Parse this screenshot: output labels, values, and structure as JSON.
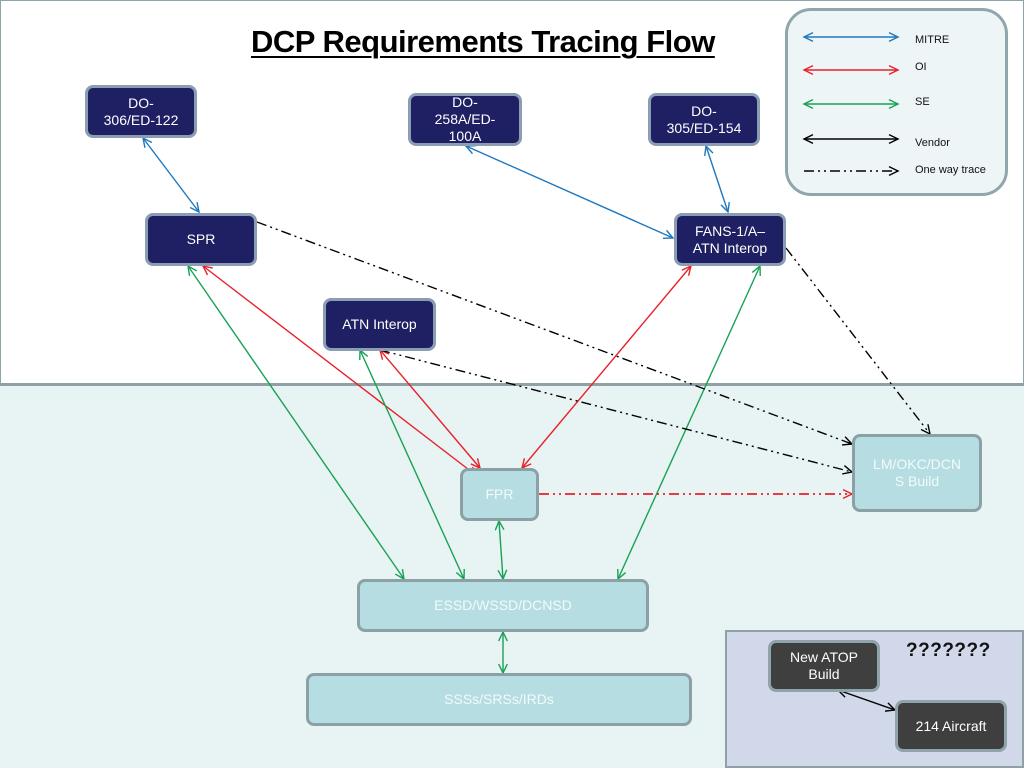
{
  "title": "DCP Requirements Tracing Flow",
  "colors": {
    "mitre": "#1f78bf",
    "oi": "#e8212b",
    "se": "#17a255",
    "vendor": "#000000",
    "one_way": "#000000",
    "dark_node": "#1f1f63",
    "light_node": "#b5dde2",
    "gray_node": "#3f3f3f",
    "lower_band": "#e8f3f3",
    "unknown_zone": "#d0d8ea"
  },
  "legend": {
    "items": [
      {
        "key": "mitre",
        "label": "MITRE",
        "style": "double-arrow"
      },
      {
        "key": "oi",
        "label": "OI",
        "style": "double-arrow"
      },
      {
        "key": "se",
        "label": "SE",
        "style": "double-arrow"
      },
      {
        "key": "vendor",
        "label": "Vendor",
        "style": "double-arrow"
      },
      {
        "key": "one_way",
        "label": "One way trace",
        "style": "dash-dot-arrow"
      }
    ]
  },
  "nodes": {
    "do306": {
      "label": "DO-\n306/ED-122",
      "kind": "dark"
    },
    "do258": {
      "label": "DO-\n258A/ED-\n100A",
      "kind": "dark"
    },
    "do305": {
      "label": "DO-\n305/ED-154",
      "kind": "dark"
    },
    "spr": {
      "label": "SPR",
      "kind": "dark"
    },
    "fans": {
      "label": "FANS-1/A–\nATN Interop",
      "kind": "dark"
    },
    "atn": {
      "label": "ATN Interop",
      "kind": "dark"
    },
    "fpr": {
      "label": "FPR",
      "kind": "light"
    },
    "lmokc": {
      "label": "LM/OKC/DCN\nS Build",
      "kind": "light"
    },
    "essd": {
      "label": "ESSD/WSSD/DCNSD",
      "kind": "light"
    },
    "sss": {
      "label": "SSSs/SRSs/IRDs",
      "kind": "light"
    },
    "atop": {
      "label": "New ATOP\nBuild",
      "kind": "gray"
    },
    "aircraft": {
      "label": "214 Aircraft",
      "kind": "gray"
    }
  },
  "unknown_zone": {
    "label": "???????"
  },
  "edges": [
    {
      "from": "do306",
      "to": "spr",
      "type": "mitre",
      "direction": "both"
    },
    {
      "from": "do258",
      "to": "fans",
      "type": "mitre",
      "direction": "both"
    },
    {
      "from": "do305",
      "to": "fans",
      "type": "mitre",
      "direction": "both"
    },
    {
      "from": "spr",
      "to": "fpr",
      "type": "oi",
      "direction": "both"
    },
    {
      "from": "atn",
      "to": "fpr",
      "type": "oi",
      "direction": "both"
    },
    {
      "from": "fans",
      "to": "fpr",
      "type": "oi",
      "direction": "both"
    },
    {
      "from": "spr",
      "to": "essd",
      "type": "se",
      "direction": "both"
    },
    {
      "from": "atn",
      "to": "essd",
      "type": "se",
      "direction": "both"
    },
    {
      "from": "fpr",
      "to": "essd",
      "type": "se",
      "direction": "both"
    },
    {
      "from": "fans",
      "to": "essd",
      "type": "se",
      "direction": "both"
    },
    {
      "from": "essd",
      "to": "sss",
      "type": "se",
      "direction": "both"
    },
    {
      "from": "spr",
      "to": "lmokc",
      "type": "one_way",
      "direction": "forward"
    },
    {
      "from": "atn",
      "to": "lmokc",
      "type": "one_way",
      "direction": "forward"
    },
    {
      "from": "fans",
      "to": "lmokc",
      "type": "one_way",
      "direction": "forward"
    },
    {
      "from": "fpr",
      "to": "lmokc",
      "type": "oi_one_way",
      "direction": "forward"
    },
    {
      "from": "atop",
      "to": "aircraft",
      "type": "vendor",
      "direction": "both"
    }
  ]
}
